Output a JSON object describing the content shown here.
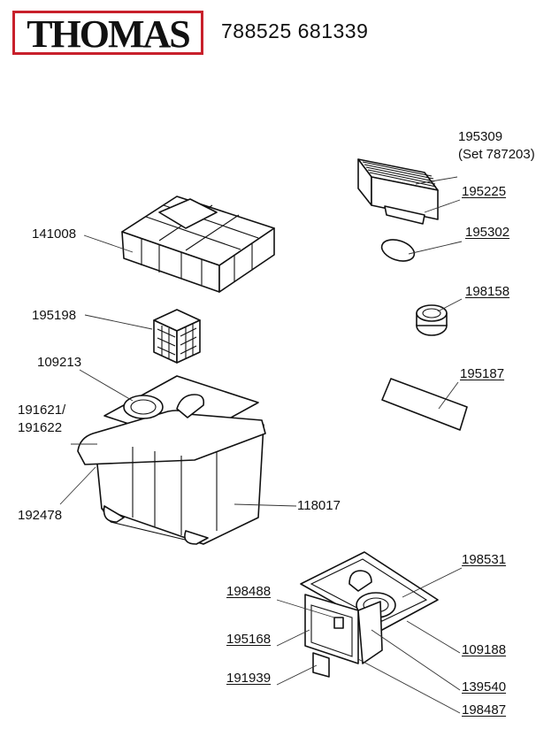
{
  "header": {
    "brand": "THOMAS",
    "codes": "788525 681339"
  },
  "labels": {
    "p195309": "195309",
    "set787203": "(Set 787203)",
    "p195225": "195225",
    "p195302": "195302",
    "p198158": "198158",
    "p195187": "195187",
    "p141008": "141008",
    "p195198": "195198",
    "p109213": "109213",
    "p191621": "191621/",
    "p191622": "191622",
    "p192478": "192478",
    "p118017": "118017",
    "p198531": "198531",
    "p198488": "198488",
    "p195168": "195168",
    "p191939": "191939",
    "p109188": "109188",
    "p139540": "139540",
    "p198487": "198487"
  }
}
